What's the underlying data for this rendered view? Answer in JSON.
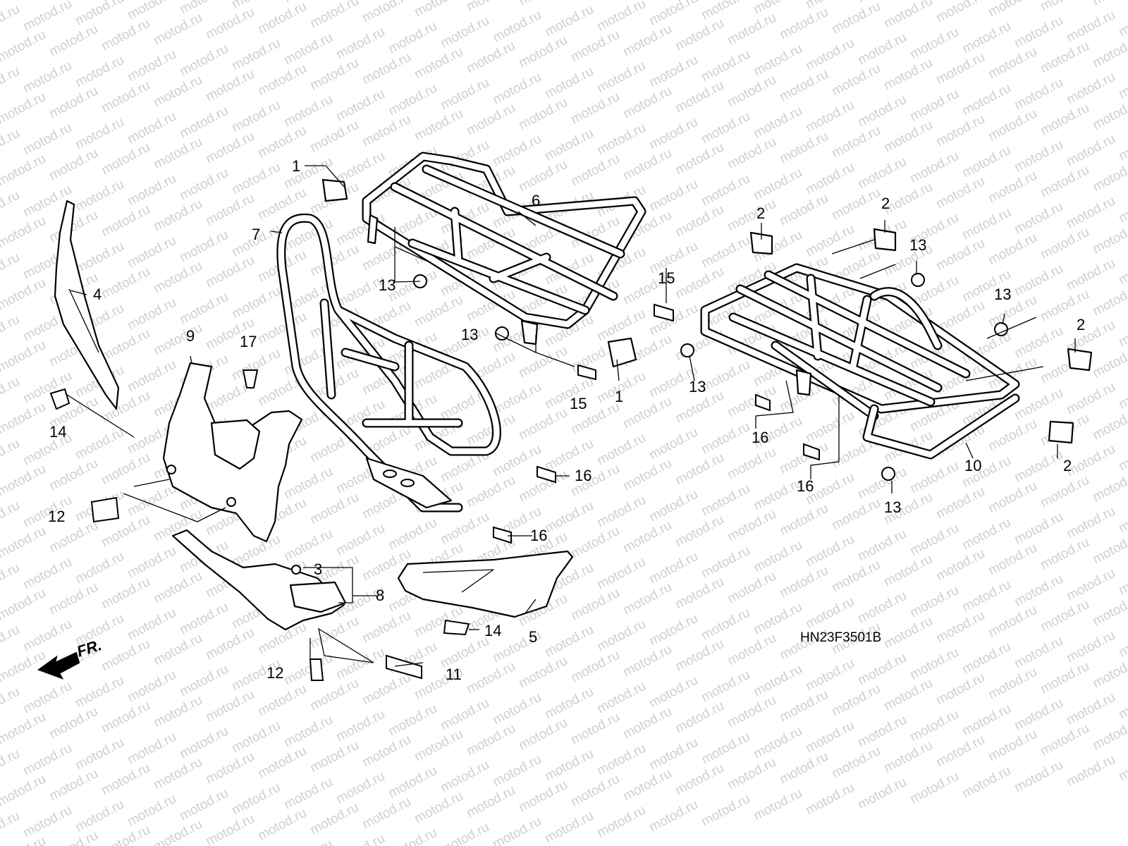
{
  "diagram": {
    "watermark": "motod.ru",
    "drawing_code": "HN23F3501B",
    "direction_label": "FR.",
    "callouts": [
      {
        "id": "c1a",
        "label": "1"
      },
      {
        "id": "c1b",
        "label": "1"
      },
      {
        "id": "c2a",
        "label": "2"
      },
      {
        "id": "c2b",
        "label": "2"
      },
      {
        "id": "c2c",
        "label": "2"
      },
      {
        "id": "c2d",
        "label": "2"
      },
      {
        "id": "c3",
        "label": "3"
      },
      {
        "id": "c4",
        "label": "4"
      },
      {
        "id": "c5",
        "label": "5"
      },
      {
        "id": "c6",
        "label": "6"
      },
      {
        "id": "c7",
        "label": "7"
      },
      {
        "id": "c8",
        "label": "8"
      },
      {
        "id": "c9",
        "label": "9"
      },
      {
        "id": "c10",
        "label": "10"
      },
      {
        "id": "c11",
        "label": "11"
      },
      {
        "id": "c12a",
        "label": "12"
      },
      {
        "id": "c12b",
        "label": "12"
      },
      {
        "id": "c13a",
        "label": "13"
      },
      {
        "id": "c13b",
        "label": "13"
      },
      {
        "id": "c13c",
        "label": "13"
      },
      {
        "id": "c13d",
        "label": "13"
      },
      {
        "id": "c13e",
        "label": "13"
      },
      {
        "id": "c13f",
        "label": "13"
      },
      {
        "id": "c14a",
        "label": "14"
      },
      {
        "id": "c14b",
        "label": "14"
      },
      {
        "id": "c15a",
        "label": "15"
      },
      {
        "id": "c15b",
        "label": "15"
      },
      {
        "id": "c16a",
        "label": "16"
      },
      {
        "id": "c16b",
        "label": "16"
      },
      {
        "id": "c16c",
        "label": "16"
      },
      {
        "id": "c16d",
        "label": "16"
      },
      {
        "id": "c17",
        "label": "17"
      }
    ]
  }
}
